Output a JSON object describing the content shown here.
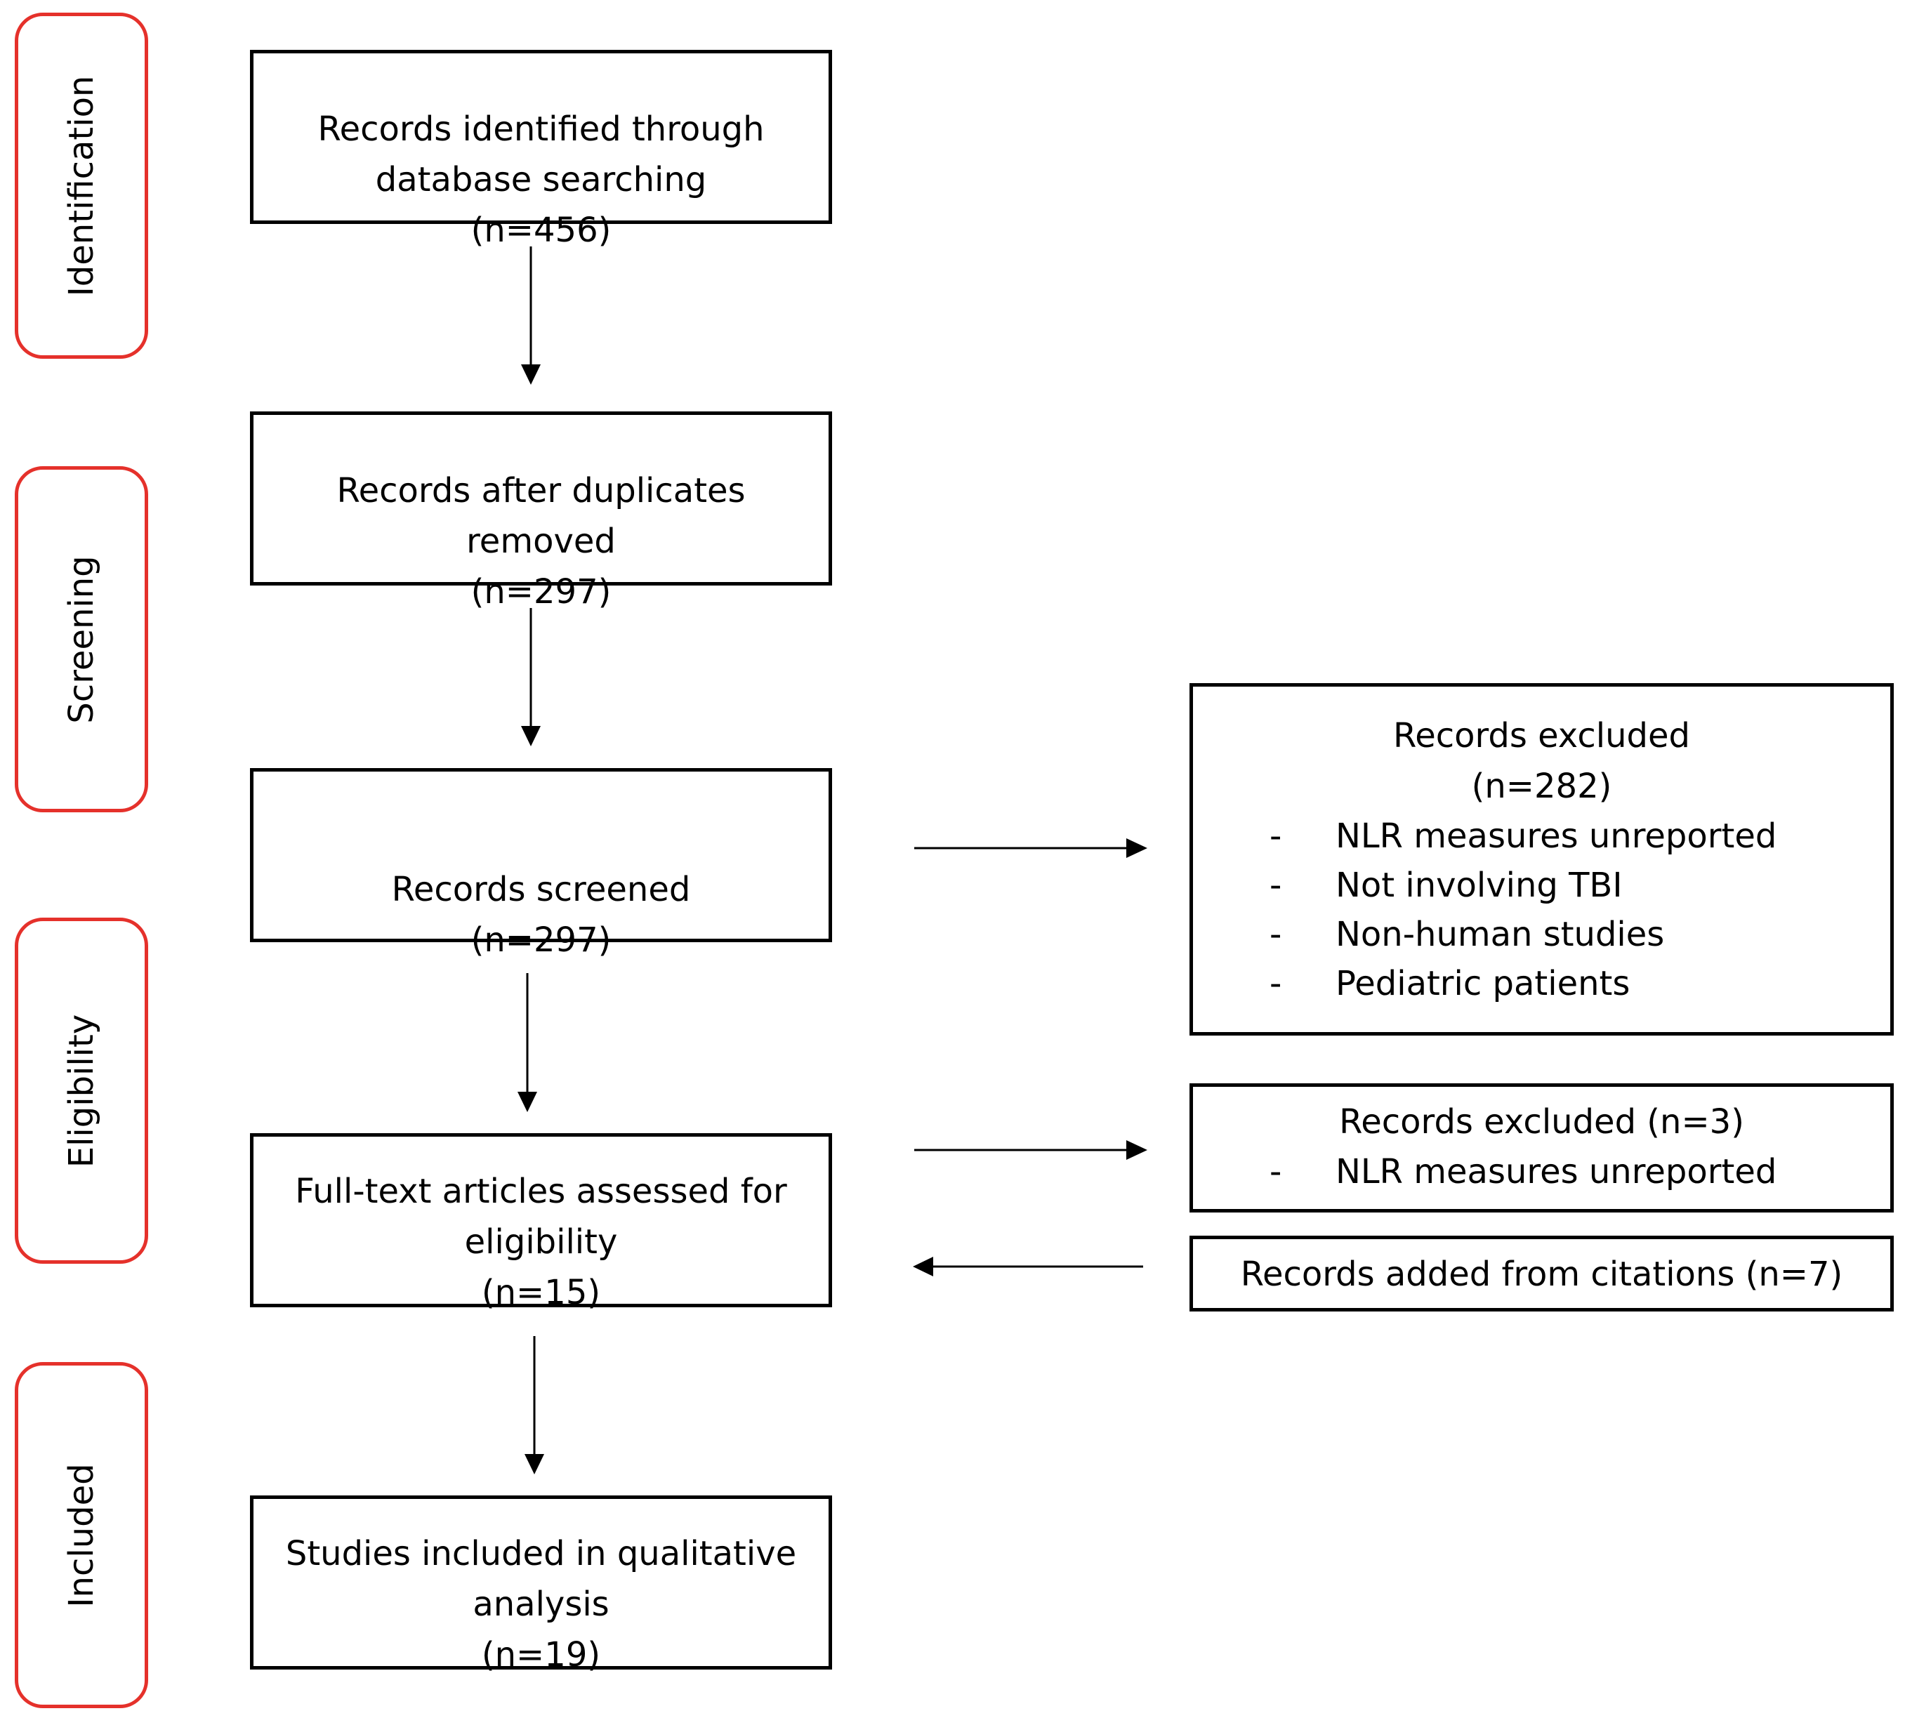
{
  "stages": [
    {
      "id": "identification",
      "label": "Identification"
    },
    {
      "id": "screening",
      "label": "Screening"
    },
    {
      "id": "eligibility",
      "label": "Eligibility"
    },
    {
      "id": "included",
      "label": "Included"
    }
  ],
  "boxes": {
    "identified": {
      "lines": [
        "Records identified through",
        "database searching",
        "(n=456)"
      ]
    },
    "after_duplicates": {
      "lines": [
        "Records after duplicates",
        "removed",
        "(n=297)"
      ]
    },
    "screened": {
      "lines": [
        "Records screened",
        "(n=297)"
      ]
    },
    "full_text": {
      "lines": [
        "Full-text articles assessed for",
        "eligibility",
        "(n=15)"
      ]
    },
    "included": {
      "lines": [
        "Studies included in qualitative",
        "analysis",
        "(n=19)"
      ]
    },
    "excluded_screening": {
      "lines": [
        "Records excluded",
        "(n=282)"
      ],
      "bullets": [
        {
          "dash": "-",
          "text": "NLR measures unreported"
        },
        {
          "dash": "-",
          "text": "Not involving TBI"
        },
        {
          "dash": "-",
          "text": "Non-human studies"
        },
        {
          "dash": "-",
          "text": "Pediatric patients"
        }
      ]
    },
    "excluded_eligibility": {
      "lines": [
        "Records excluded (n=3)"
      ],
      "bullets": [
        {
          "dash": "-",
          "text": "NLR measures unreported"
        }
      ]
    },
    "added_citations": {
      "lines": [
        "Records added from citations (n=7)"
      ]
    }
  },
  "colors": {
    "stage_border": "#e5312b",
    "box_border": "#000000",
    "background": "#ffffff"
  }
}
